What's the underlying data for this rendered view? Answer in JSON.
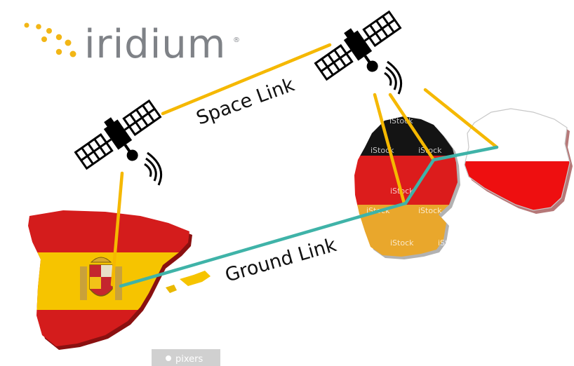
{
  "logo": {
    "name": "iridium",
    "mark": "®",
    "dot_color": "#f2b616",
    "text_color": "#7f8287"
  },
  "links": {
    "space": {
      "label": "Space Link",
      "color": "#f5b800"
    },
    "ground": {
      "label": "Ground Link",
      "color": "#3fb3a8"
    }
  },
  "watermarks": {
    "stock": "iStock",
    "pixers": "pixers"
  },
  "colors": {
    "spain_red": "#d41c1c",
    "spain_yellow": "#f6c400",
    "germany_black": "#141414",
    "germany_red": "#dc1c1c",
    "germany_gold": "#e9a72c",
    "poland_white": "#ffffff",
    "poland_red": "#ee0f10"
  }
}
